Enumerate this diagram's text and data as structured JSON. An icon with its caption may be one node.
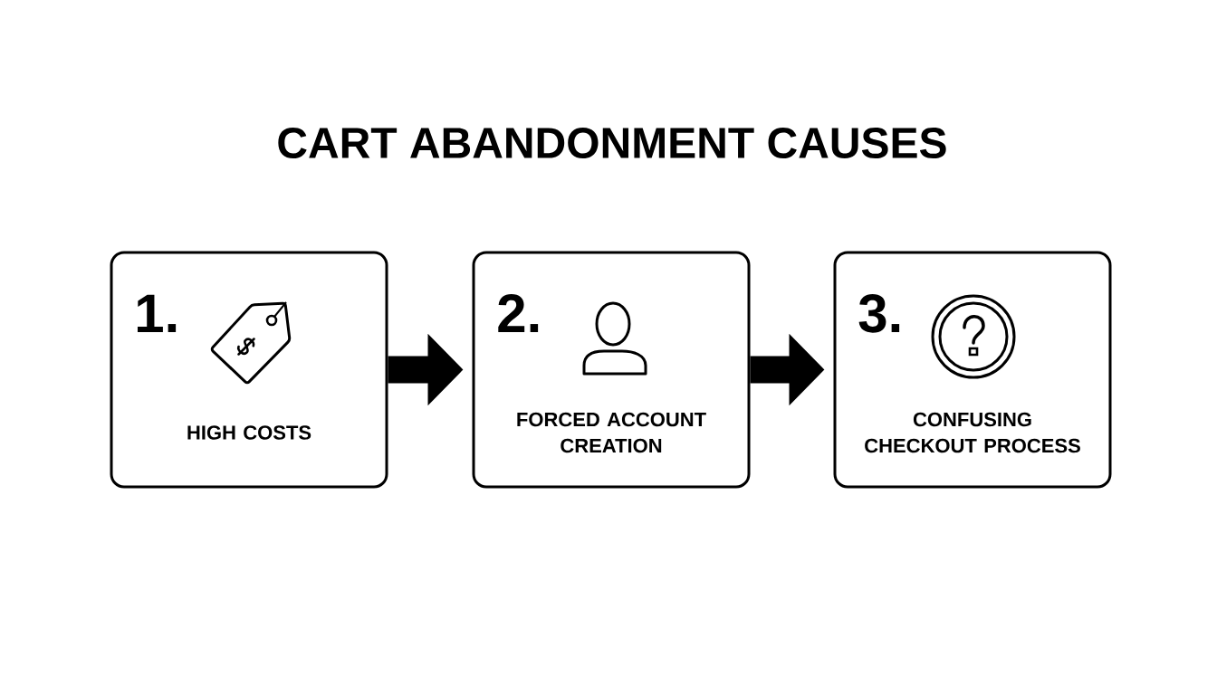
{
  "diagram": {
    "title": "CART ABANDONMENT CAUSES",
    "nodes": [
      {
        "text": [
          "1.",
          "HIGH COSTS"
        ]
      },
      {
        "text": [
          "2.",
          "FORCED ACCOUNT CREATION"
        ]
      },
      {
        "text": [
          "3.",
          "CONFUSING CHECKOUT PROCESS"
        ]
      }
    ],
    "edges": [
      {
        "from": 0,
        "to": 1,
        "arrow": "to"
      },
      {
        "from": 1,
        "to": 2,
        "arrow": "to"
      }
    ]
  }
}
